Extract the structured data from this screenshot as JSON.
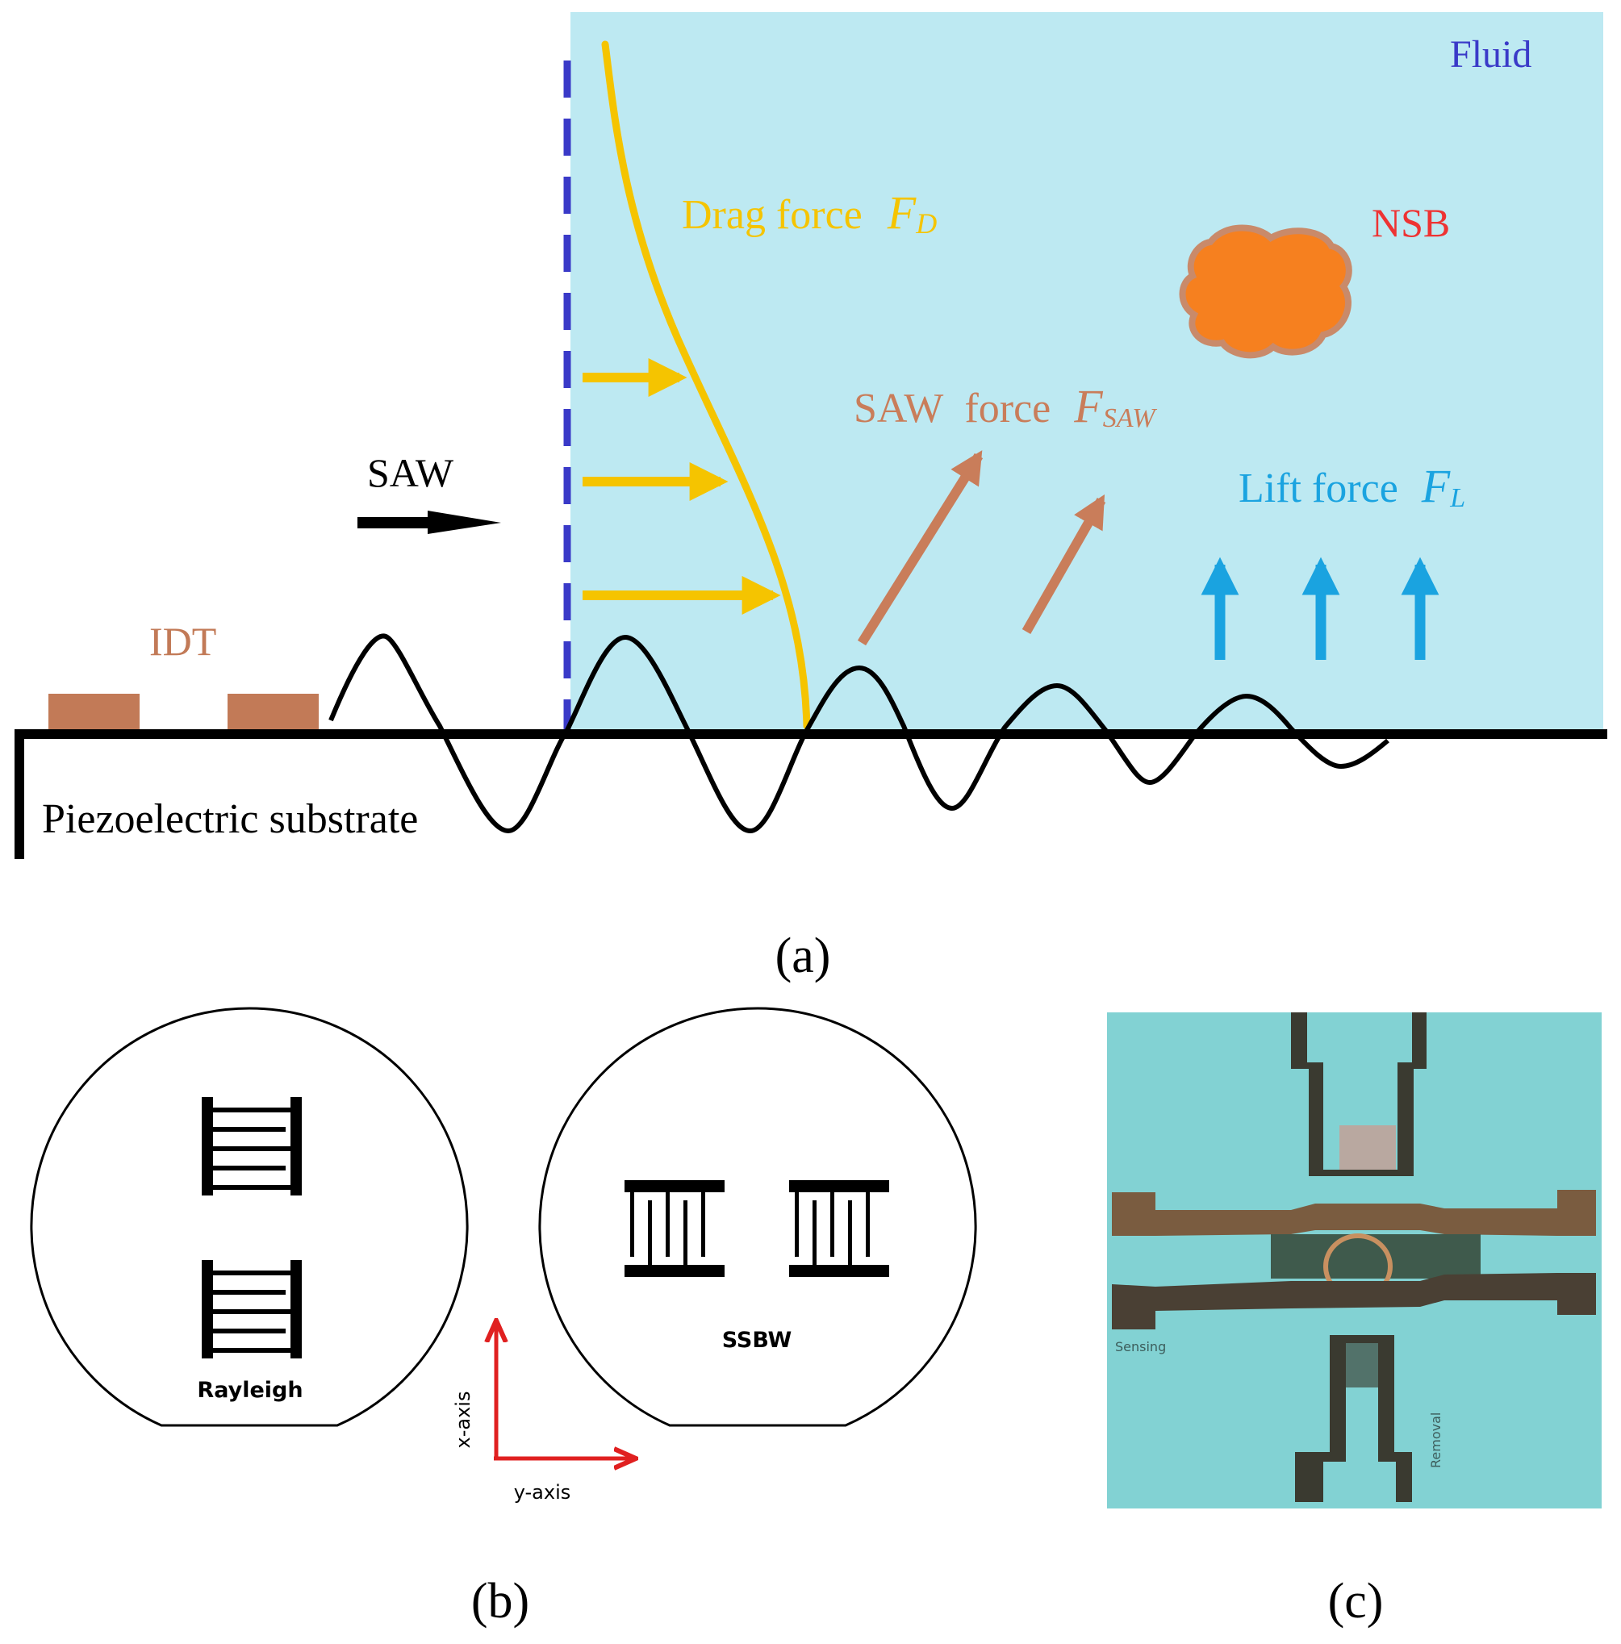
{
  "panel_a": {
    "fluid_label": "Fluid",
    "drag_force_label": "Drag force",
    "drag_force_symbol": "F",
    "drag_force_sub": "D",
    "nsb_label": "NSB",
    "saw_force_label": "SAW",
    "saw_force_label2": "force",
    "saw_force_symbol": "F",
    "saw_force_sub": "SAW",
    "lift_force_label": "Lift force",
    "lift_force_symbol": "F",
    "lift_force_sub": "L",
    "saw_label": "SAW",
    "idt_label": "IDT",
    "substrate_label": "Piezoelectric substrate",
    "caption": "(a)",
    "colors": {
      "fluid": "#bde9f2",
      "drag": "#f5c400",
      "saw_force": "#c97d5a",
      "lift": "#1aa3e0",
      "nsb": "#f6801f",
      "boundary": "#3a3ac8",
      "idt": "#c27a57"
    }
  },
  "panel_b": {
    "rayleigh_label": "Rayleigh",
    "ssbw_label": "SSBW",
    "x_axis_label": "x-axis",
    "y_axis_label": "y-axis",
    "caption": "(b)"
  },
  "panel_c": {
    "sensing_label": "Sensing",
    "removal_label": "Removal",
    "caption": "(c)"
  }
}
